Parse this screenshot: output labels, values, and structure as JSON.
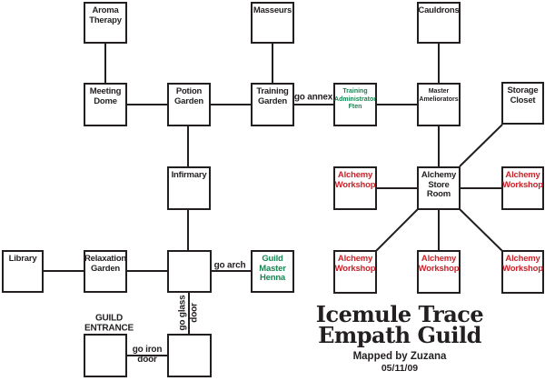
{
  "title": {
    "line1": "Icemule Trace",
    "line2": "Empath Guild",
    "credit": "Mapped by Zuzana",
    "date": "05/11/09"
  },
  "colors": {
    "text": "#231f20",
    "line": "#231f20",
    "npc": "#188552",
    "workshop": "#c9232a",
    "background": "#ffffff"
  },
  "rooms": {
    "aroma_therapy": "Aroma\nTherapy",
    "masseurs": "Masseurs",
    "cauldrons": "Cauldrons",
    "meeting_dome": "Meeting\nDome",
    "potion_garden": "Potion\nGarden",
    "training_garden": "Training\nGarden",
    "training_administrator": "Training\nAdministrator\nFten",
    "master_ameliorators": "Master\nAmeliorators",
    "storage_closet": "Storage\nCloset",
    "infirmary": "Infirmary",
    "alchemy_store_room": "Alchemy\nStore\nRoom",
    "alchemy_workshop": "Alchemy\nWorkshop",
    "library": "Library",
    "relaxation_garden": "Relaxation\nGarden",
    "guild_master": "Guild\nMaster\nHenna"
  },
  "labels": {
    "go_annex": "go annex",
    "go_arch": "go arch",
    "go_glass_door": "go glass\ndoor",
    "go_iron_door": "go iron\ndoor",
    "guild_entrance": "GUILD\nENTRANCE"
  }
}
